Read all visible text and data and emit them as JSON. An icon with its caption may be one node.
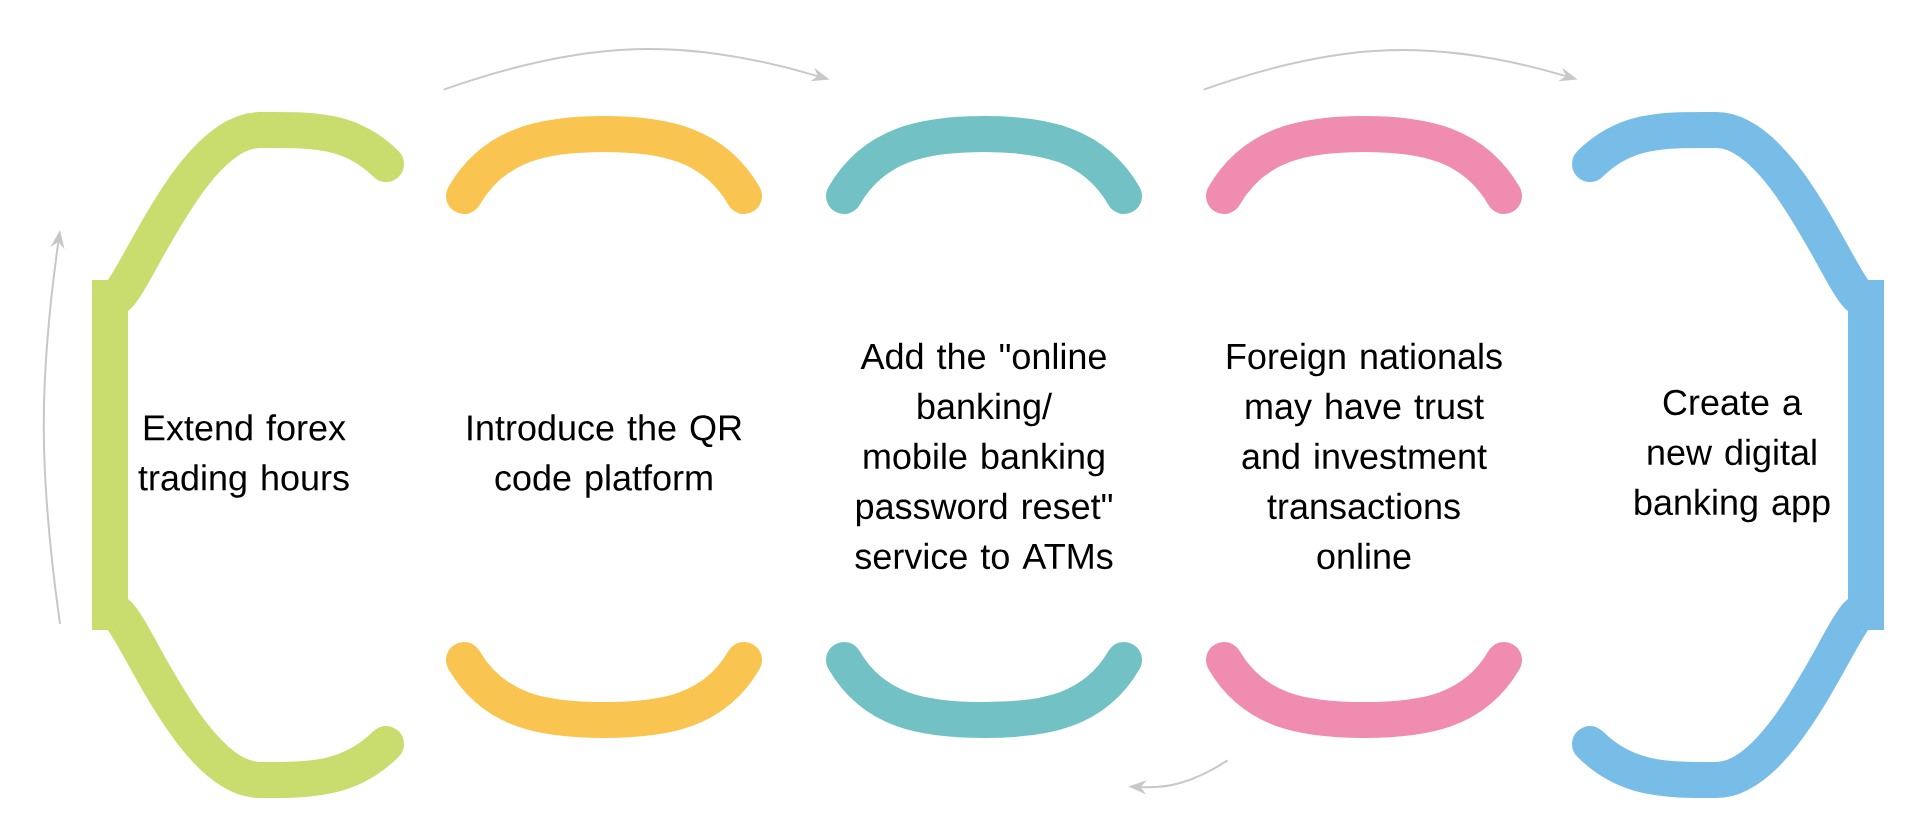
{
  "diagram": {
    "nodes": [
      {
        "text": [
          "Extend forex trading hours"
        ]
      },
      {
        "text": [
          "Introduce the QR code platform"
        ]
      },
      {
        "text": [
          "Add the \"online banking/ mobile banking password reset\" service to ATMs"
        ]
      },
      {
        "text": [
          "Foreign nationals may have trust and investment transactions online"
        ]
      },
      {
        "text": [
          "Create a new digital banking app"
        ]
      }
    ],
    "edges": [
      {
        "from": 1,
        "to": 2,
        "arrow": "to",
        "color": "#c8c8c8"
      },
      {
        "from": 3,
        "to": 4,
        "arrow": "to",
        "color": "#c8c8c8"
      },
      {
        "from": 3,
        "to": 2,
        "arrow": "to",
        "color": "#c8c8c8"
      }
    ]
  }
}
